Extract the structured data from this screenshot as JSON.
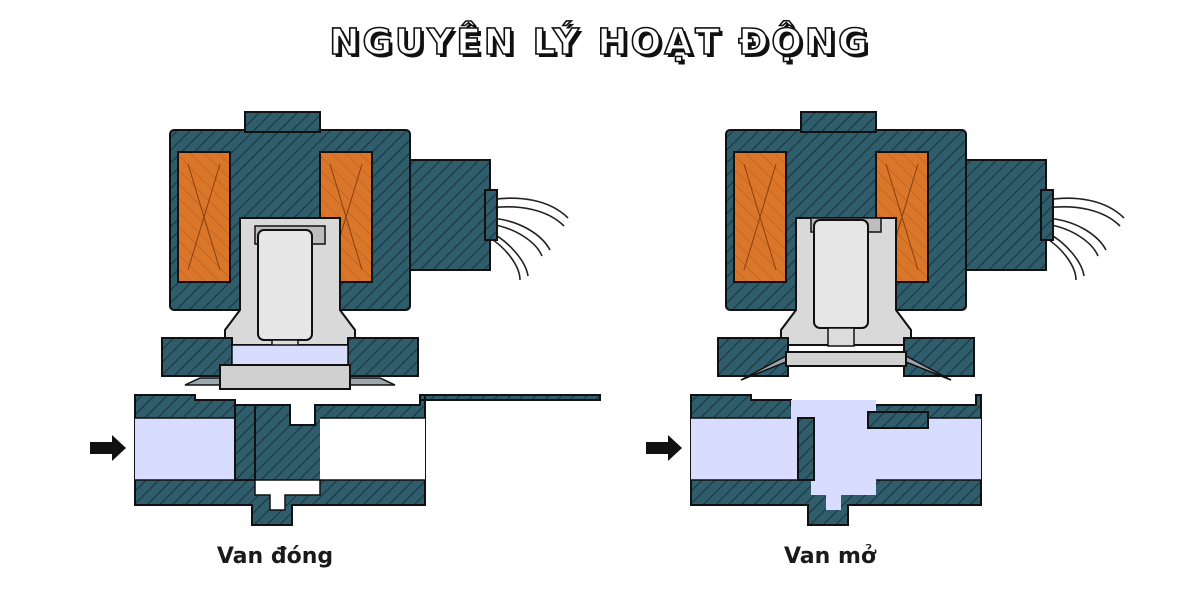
{
  "title": "NGUYÊN LÝ HOẠT ĐỘNG",
  "colors": {
    "housing": "#2f5d6c",
    "housing_hatch": "#1b3640",
    "coil": "#d9762a",
    "fluid": "#d8dcff",
    "metal": "#cfcfcf",
    "arrow": "#111111"
  },
  "valves": [
    {
      "caption": "Van đóng",
      "state": "closed"
    },
    {
      "caption": "Van mở",
      "state": "open"
    }
  ]
}
